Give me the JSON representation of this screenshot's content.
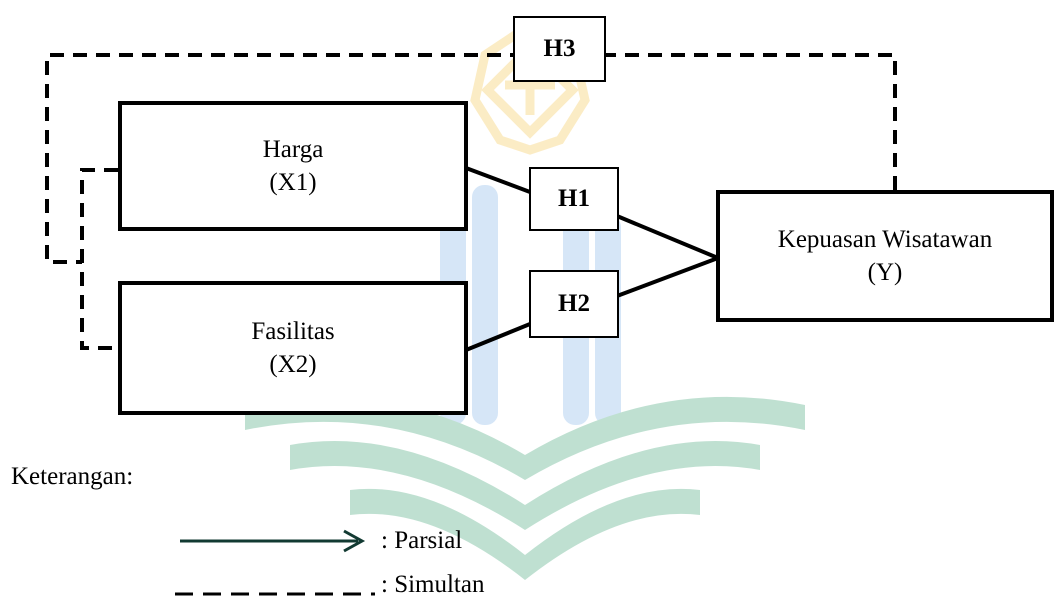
{
  "colors": {
    "line": "#000000",
    "watermark_gold": "#f5c242",
    "watermark_blue": "#7ab0e6",
    "watermark_green": "#2e9c6a",
    "legend_arrow": "#123a32"
  },
  "variables": {
    "harga": {
      "name": "Harga",
      "code": "(X1)"
    },
    "fasilitas": {
      "name": "Fasilitas",
      "code": "(X2)"
    },
    "kepuasan": {
      "name": "Kepuasan Wisatawan",
      "code": "(Y)"
    }
  },
  "hypotheses": {
    "h1": "H1",
    "h2": "H2",
    "h3": "H3"
  },
  "legend": {
    "title": "Keterangan:",
    "partial": ": Parsial",
    "simultaneous": ": Simultan"
  }
}
